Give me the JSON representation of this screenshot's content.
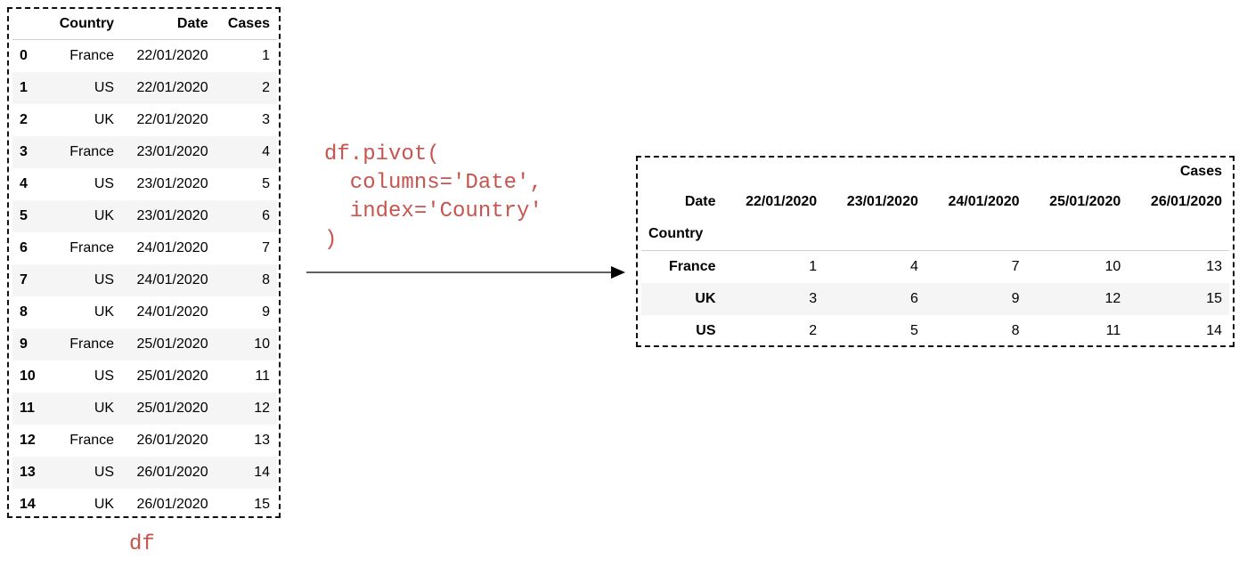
{
  "source_table": {
    "label": "df",
    "columns": [
      "Country",
      "Date",
      "Cases"
    ],
    "rows": [
      {
        "index": "0",
        "country": "France",
        "date": "22/01/2020",
        "cases": "1"
      },
      {
        "index": "1",
        "country": "US",
        "date": "22/01/2020",
        "cases": "2"
      },
      {
        "index": "2",
        "country": "UK",
        "date": "22/01/2020",
        "cases": "3"
      },
      {
        "index": "3",
        "country": "France",
        "date": "23/01/2020",
        "cases": "4"
      },
      {
        "index": "4",
        "country": "US",
        "date": "23/01/2020",
        "cases": "5"
      },
      {
        "index": "5",
        "country": "UK",
        "date": "23/01/2020",
        "cases": "6"
      },
      {
        "index": "6",
        "country": "France",
        "date": "24/01/2020",
        "cases": "7"
      },
      {
        "index": "7",
        "country": "US",
        "date": "24/01/2020",
        "cases": "8"
      },
      {
        "index": "8",
        "country": "UK",
        "date": "24/01/2020",
        "cases": "9"
      },
      {
        "index": "9",
        "country": "France",
        "date": "25/01/2020",
        "cases": "10"
      },
      {
        "index": "10",
        "country": "US",
        "date": "25/01/2020",
        "cases": "11"
      },
      {
        "index": "11",
        "country": "UK",
        "date": "25/01/2020",
        "cases": "12"
      },
      {
        "index": "12",
        "country": "France",
        "date": "26/01/2020",
        "cases": "13"
      },
      {
        "index": "13",
        "country": "US",
        "date": "26/01/2020",
        "cases": "14"
      },
      {
        "index": "14",
        "country": "UK",
        "date": "26/01/2020",
        "cases": "15"
      }
    ]
  },
  "code": {
    "lines": [
      "df.pivot(",
      "  columns='Date',",
      "  index='Country'",
      ")"
    ]
  },
  "pivot_table": {
    "value_label": "Cases",
    "columns_name": "Date",
    "index_name": "Country",
    "dates": [
      "22/01/2020",
      "23/01/2020",
      "24/01/2020",
      "25/01/2020",
      "26/01/2020"
    ],
    "rows": [
      {
        "country": "France",
        "values": [
          "1",
          "4",
          "7",
          "10",
          "13"
        ]
      },
      {
        "country": "UK",
        "values": [
          "3",
          "6",
          "9",
          "12",
          "15"
        ]
      },
      {
        "country": "US",
        "values": [
          "2",
          "5",
          "8",
          "11",
          "14"
        ]
      }
    ]
  },
  "colors": {
    "code": "#c8544f",
    "stripe": "#f5f5f5",
    "border": "#111111"
  }
}
